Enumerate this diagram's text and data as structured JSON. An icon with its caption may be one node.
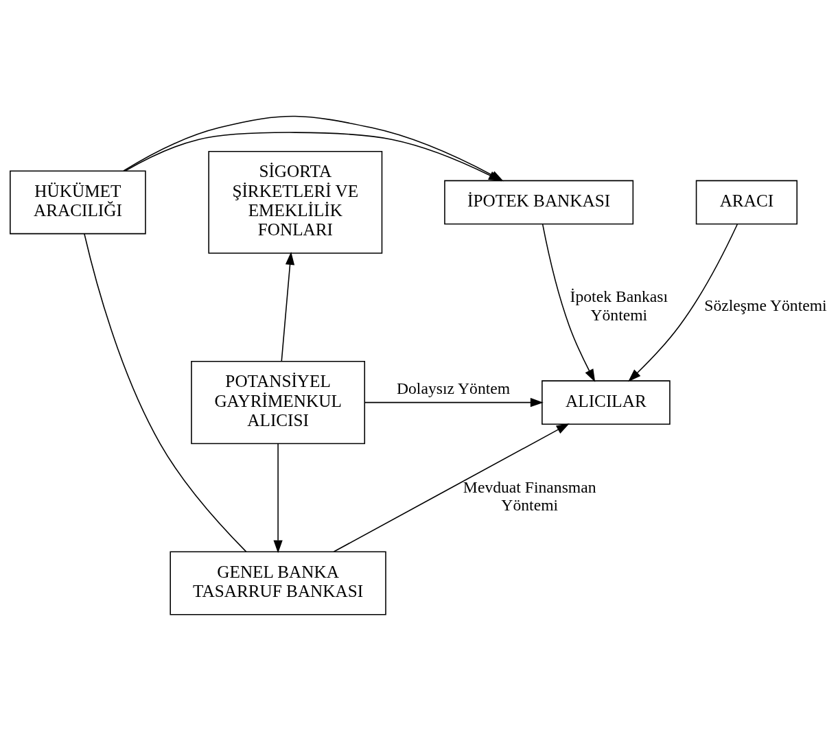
{
  "diagram": {
    "nodes": [
      {
        "text": [
          "İPOTEK BANKASI"
        ]
      },
      {
        "text": [
          "HÜKÜMET ARACILIĞI"
        ]
      },
      {
        "text": [
          "SİGORTA ŞİRKETLERİ VE EMEKLİLİK FONLARI"
        ]
      },
      {
        "text": [
          "GENEL BANKA TASARRUF BANKASI"
        ]
      },
      {
        "text": [
          "ARACI"
        ]
      },
      {
        "text": [
          "ALICILAR"
        ]
      },
      {
        "text": [
          "POTANSİYEL GAYRİMENKUL ALICISI"
        ]
      }
    ],
    "edges": [
      {
        "from": 1,
        "to": 0,
        "arrow": "to"
      },
      {
        "from": 1,
        "to": 0,
        "arrow": "to"
      },
      {
        "from": 0,
        "to": 5,
        "arrow": "to",
        "label": "İpotek Bankası Yöntemi"
      },
      {
        "from": 1,
        "to": 3,
        "arrow": "none"
      },
      {
        "from": 3,
        "to": 5,
        "arrow": "to",
        "label": "Mevduat Finansman Yöntemi"
      },
      {
        "from": 4,
        "to": 5,
        "arrow": "to",
        "label": "Sözleşme Yöntemi"
      },
      {
        "from": 6,
        "to": 3,
        "arrow": "to"
      },
      {
        "from": 6,
        "to": 2,
        "arrow": "to"
      },
      {
        "from": 6,
        "to": 5,
        "arrow": "to",
        "label": "Dolaysız Yöntem"
      }
    ]
  }
}
